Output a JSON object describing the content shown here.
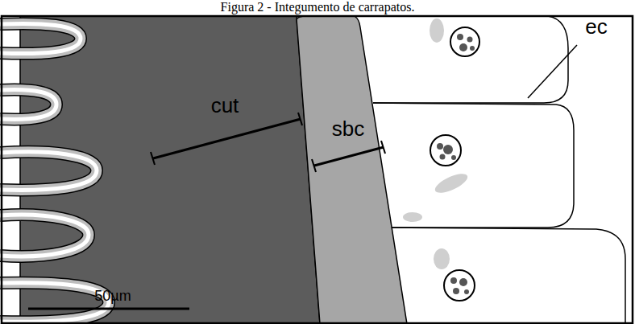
{
  "diagram": {
    "title": "Figura 2 - Integumento de carrapatos.",
    "labels": [
      "cut",
      "sbc",
      "ec",
      "50µm"
    ]
  }
}
